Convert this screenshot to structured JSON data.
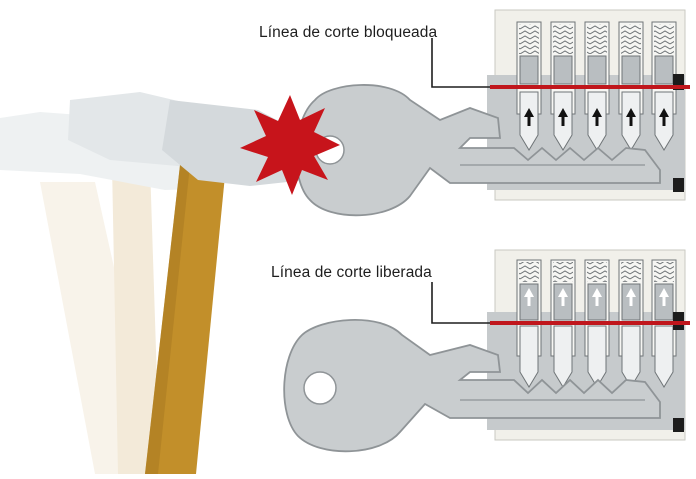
{
  "labels": {
    "top": "Línea de corte bloqueada",
    "bottom": "Línea de corte liberada"
  },
  "colors": {
    "shear_line": "#c0161c",
    "impact_star": "#c7141b",
    "key_fill": "#c9cdcf",
    "key_outline": "#8f9497",
    "cylinder_body": "#c6cacc",
    "pin_chamber": "#f1f0ea",
    "hammer_handle": "#c28f2a",
    "hammer_handle_ghost": "#f1e8d6",
    "hammer_head": "#d4d9dc"
  },
  "diagram": {
    "top_lock_state": "blocked",
    "bottom_lock_state": "released",
    "pin_count": 5,
    "direction_icon": "arrow-up-icon"
  }
}
